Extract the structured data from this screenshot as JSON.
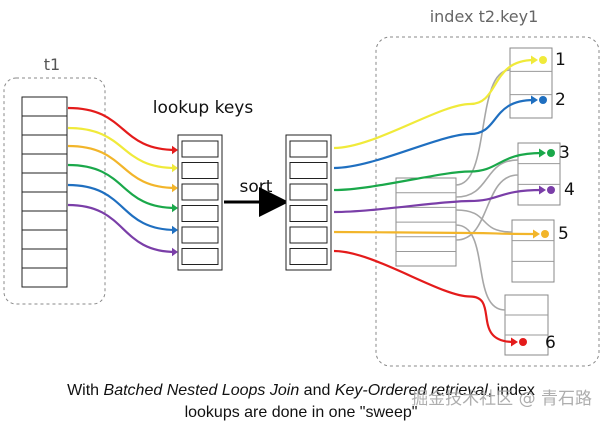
{
  "labels": {
    "t1": "t1",
    "lookup_keys": "lookup keys",
    "sort": "sort",
    "index_title": "index t2.key1"
  },
  "index_numbers": [
    "1",
    "2",
    "3",
    "4",
    "5",
    "6"
  ],
  "caption": {
    "line1_a": "With ",
    "line1_b": "Batched Nested Loops Join",
    "line1_c": " and ",
    "line1_d": "Key-Ordered retrieval",
    "line1_e": ", index",
    "line2": "lookups are done in one \"sweep\""
  },
  "watermark": "掘金技术社区 @ 青石路",
  "colors": {
    "red": "#e41b1b",
    "yellow": "#f0ea3a",
    "orange": "#f2b52a",
    "green": "#1aa84a",
    "blue": "#1f6fc0",
    "purple": "#7a3ea8",
    "gray": "#a7a7a7"
  }
}
